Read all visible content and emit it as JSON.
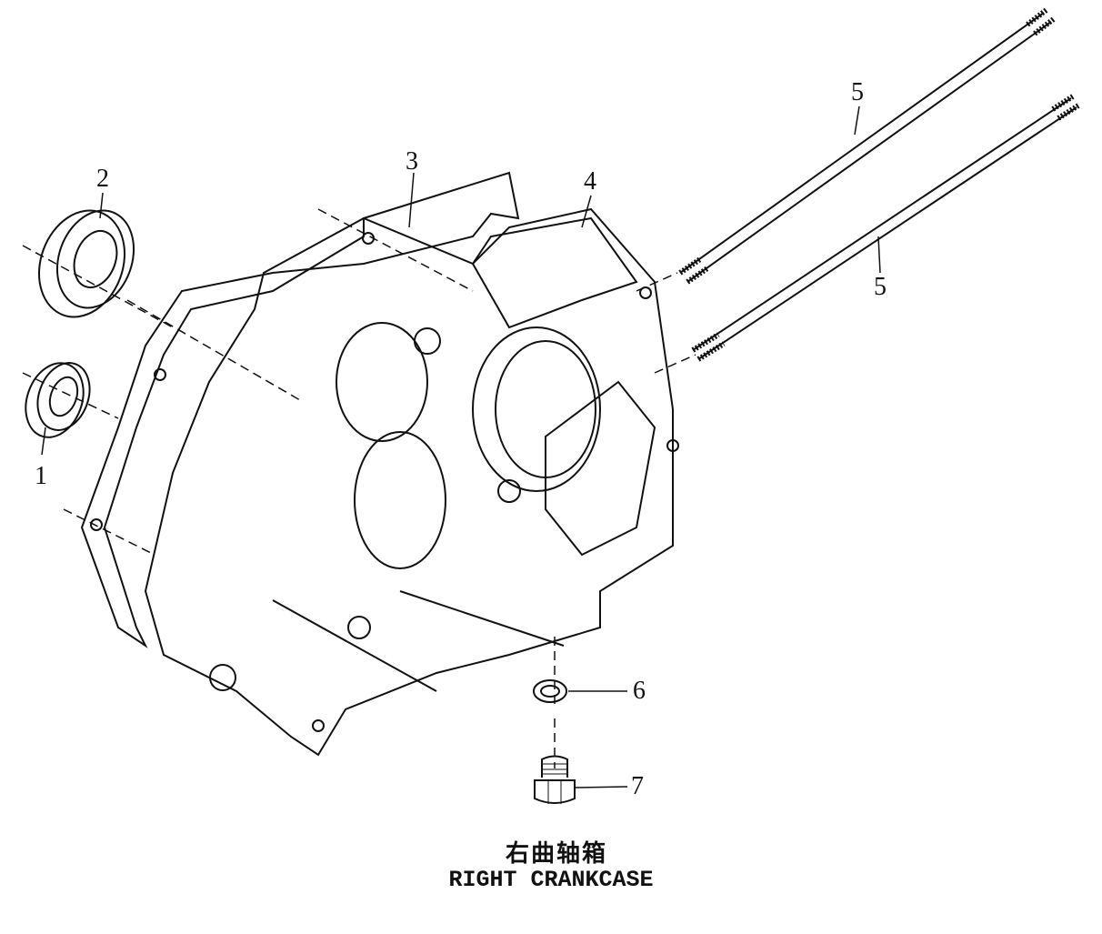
{
  "title": {
    "chinese": "右曲轴箱",
    "english": "RIGHT CRANKCASE"
  },
  "callouts": [
    {
      "label": "1",
      "part": "small-bearing"
    },
    {
      "label": "2",
      "part": "large-bearing"
    },
    {
      "label": "3",
      "part": "gasket"
    },
    {
      "label": "4",
      "part": "right-crankcase"
    },
    {
      "label": "5",
      "part": "stud-bolt-upper"
    },
    {
      "label": "5",
      "part": "stud-bolt-lower"
    },
    {
      "label": "6",
      "part": "washer"
    },
    {
      "label": "7",
      "part": "drain-bolt"
    }
  ]
}
